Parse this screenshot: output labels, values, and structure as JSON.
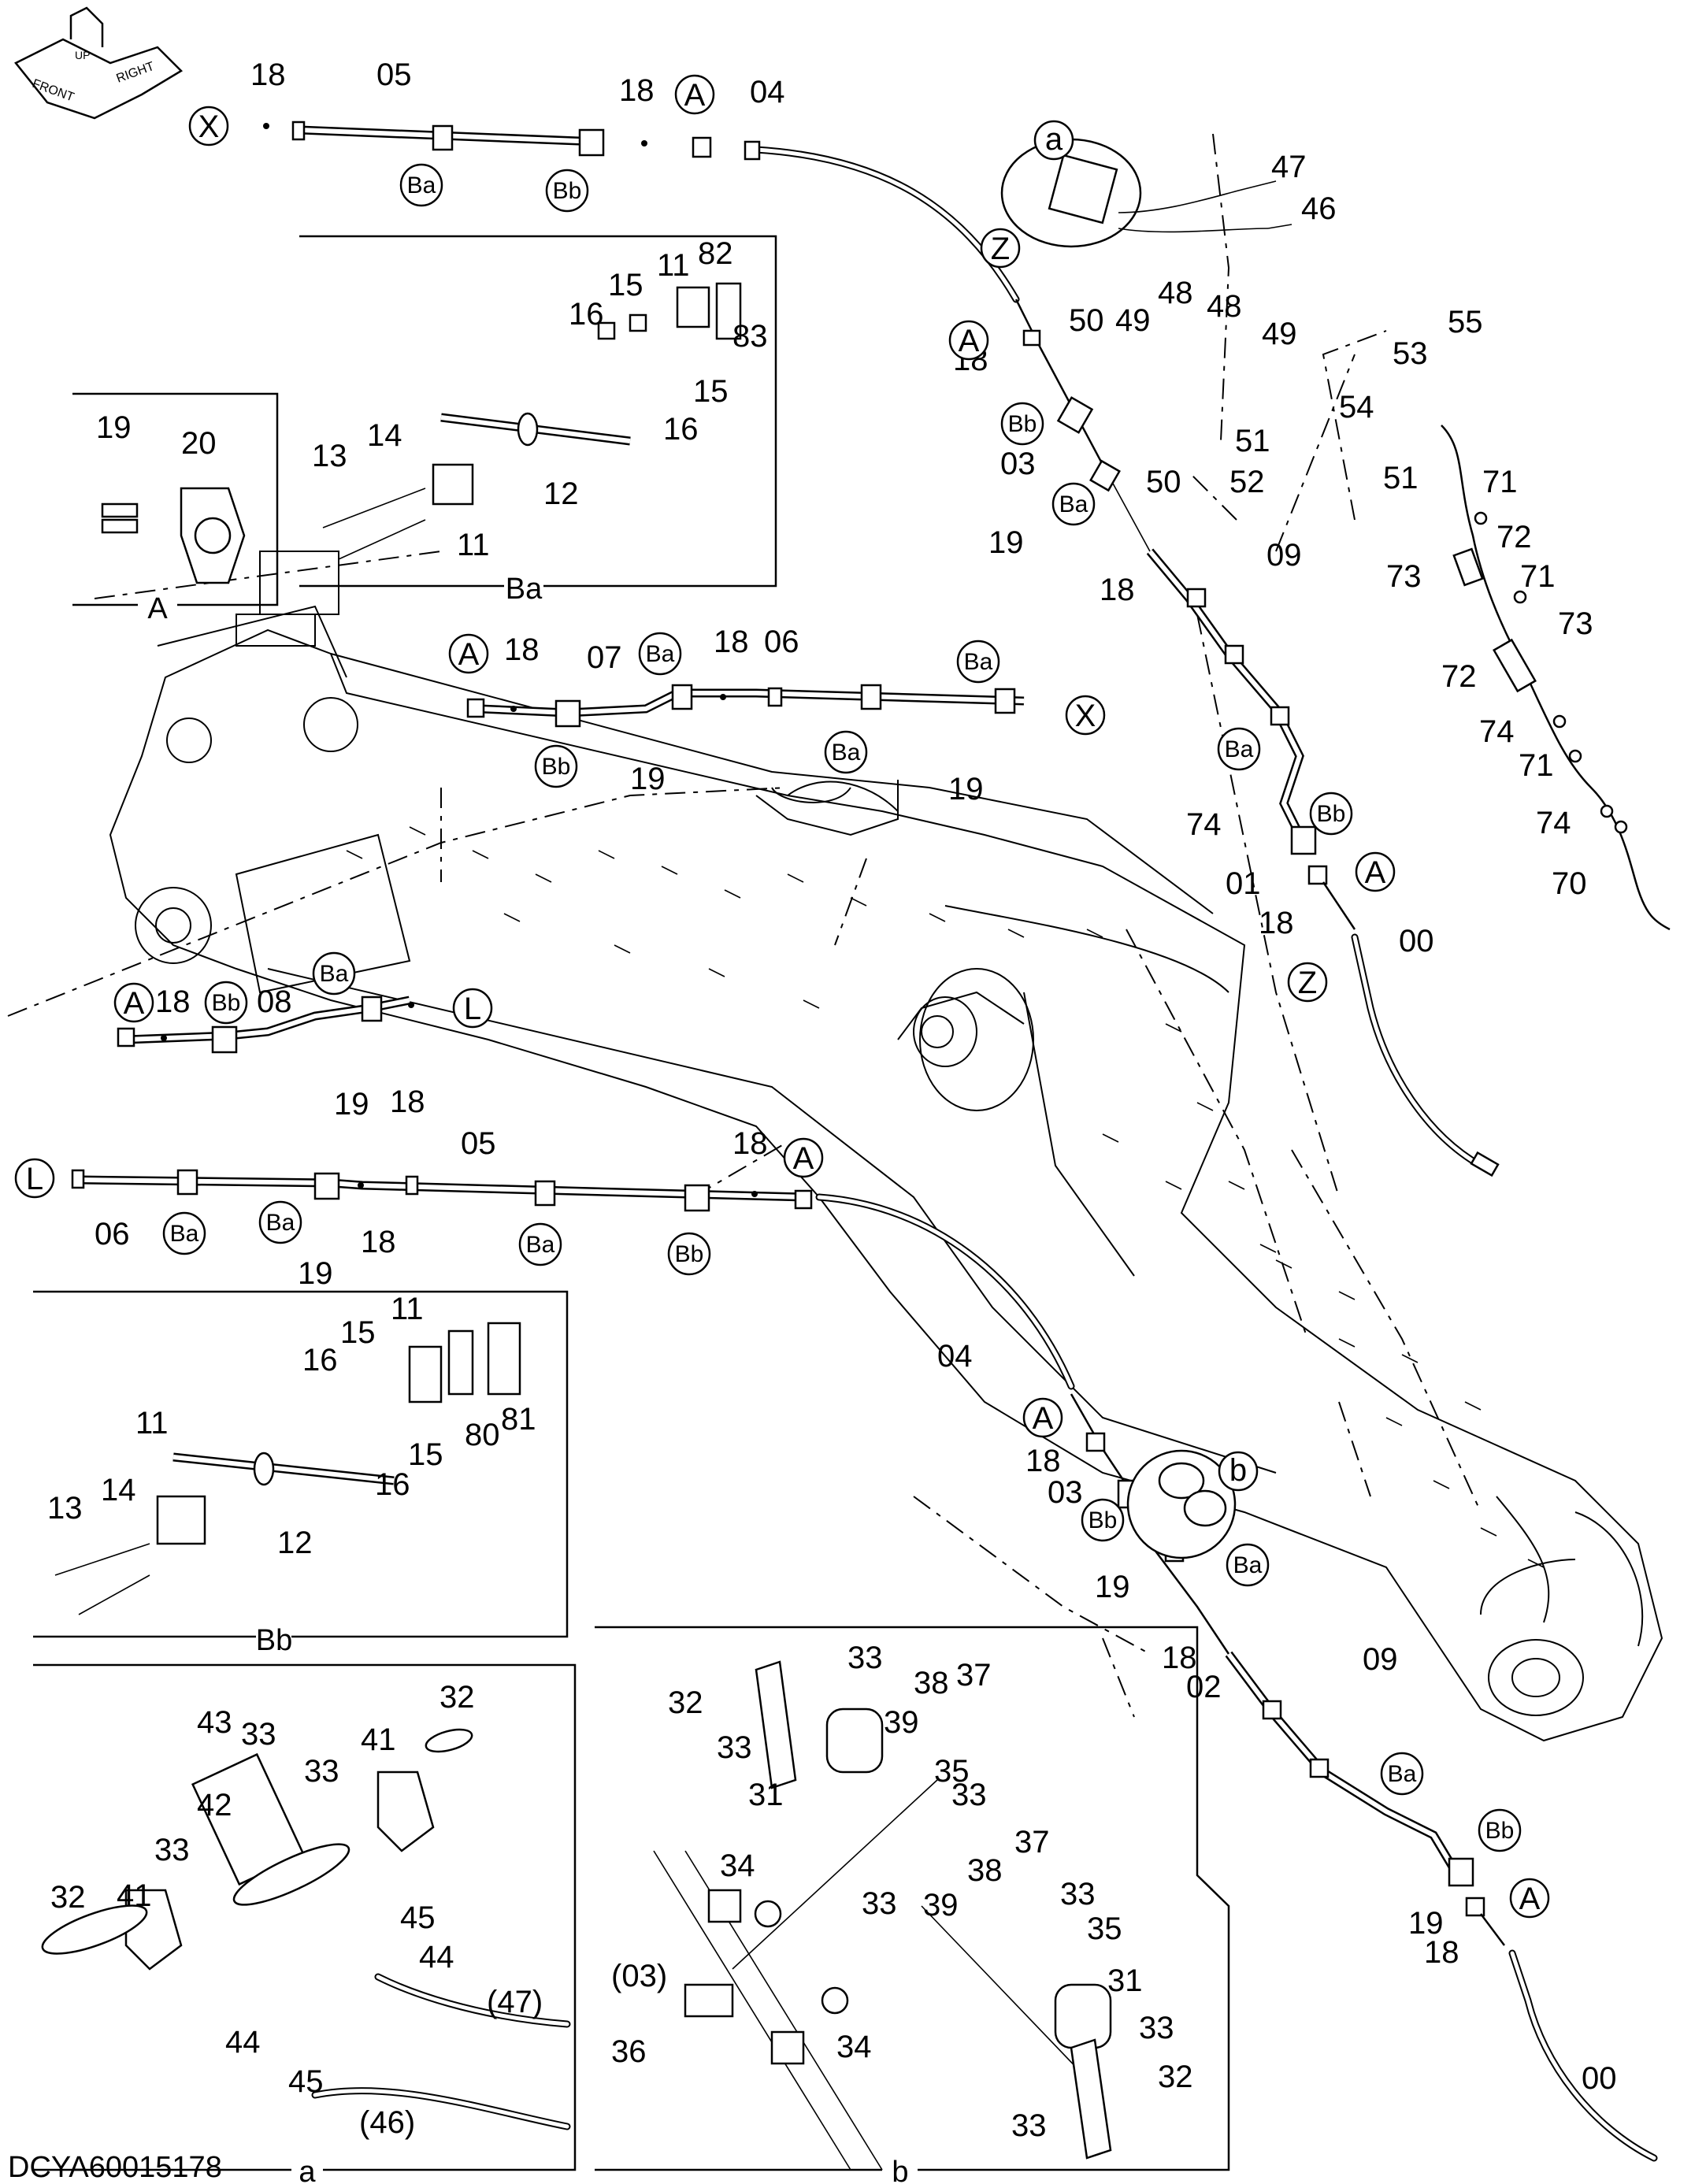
{
  "diagram": {
    "code": "DCYA60015178",
    "orientation": {
      "front": "FRONT",
      "right": "RIGHT",
      "up": "UP"
    }
  },
  "labels": {
    "X": "X",
    "L": "L",
    "A": "A",
    "Z": "Z",
    "a": "a",
    "b": "b",
    "Ba": "Ba",
    "Bb": "Bb",
    "p00": "00",
    "p01": "01",
    "p02": "02",
    "p03": "03",
    "p03p": "(03)",
    "p04": "04",
    "p05": "05",
    "p06": "06",
    "p07": "07",
    "p08": "08",
    "p09": "09",
    "p11": "11",
    "p12": "12",
    "p13": "13",
    "p14": "14",
    "p15": "15",
    "p16": "16",
    "p18": "18",
    "p19": "19",
    "p20": "20",
    "p31": "31",
    "p32": "32",
    "p33": "33",
    "p34": "34",
    "p35": "35",
    "p36": "36",
    "p37": "37",
    "p38": "38",
    "p39": "39",
    "p41": "41",
    "p42": "42",
    "p43": "43",
    "p44": "44",
    "p45": "45",
    "p46": "46",
    "p46p": "(46)",
    "p47": "47",
    "p47p": "(47)",
    "p48": "48",
    "p49": "49",
    "p50": "50",
    "p51": "51",
    "p52": "52",
    "p53": "53",
    "p54": "54",
    "p55": "55",
    "p70": "70",
    "p71": "71",
    "p72": "72",
    "p73": "73",
    "p74": "74",
    "p80": "80",
    "p81": "81",
    "p82": "82",
    "p83": "83"
  },
  "captions": {
    "A": "A",
    "Ba": "Ba",
    "Bb": "Bb",
    "a": "a",
    "b": "b"
  }
}
